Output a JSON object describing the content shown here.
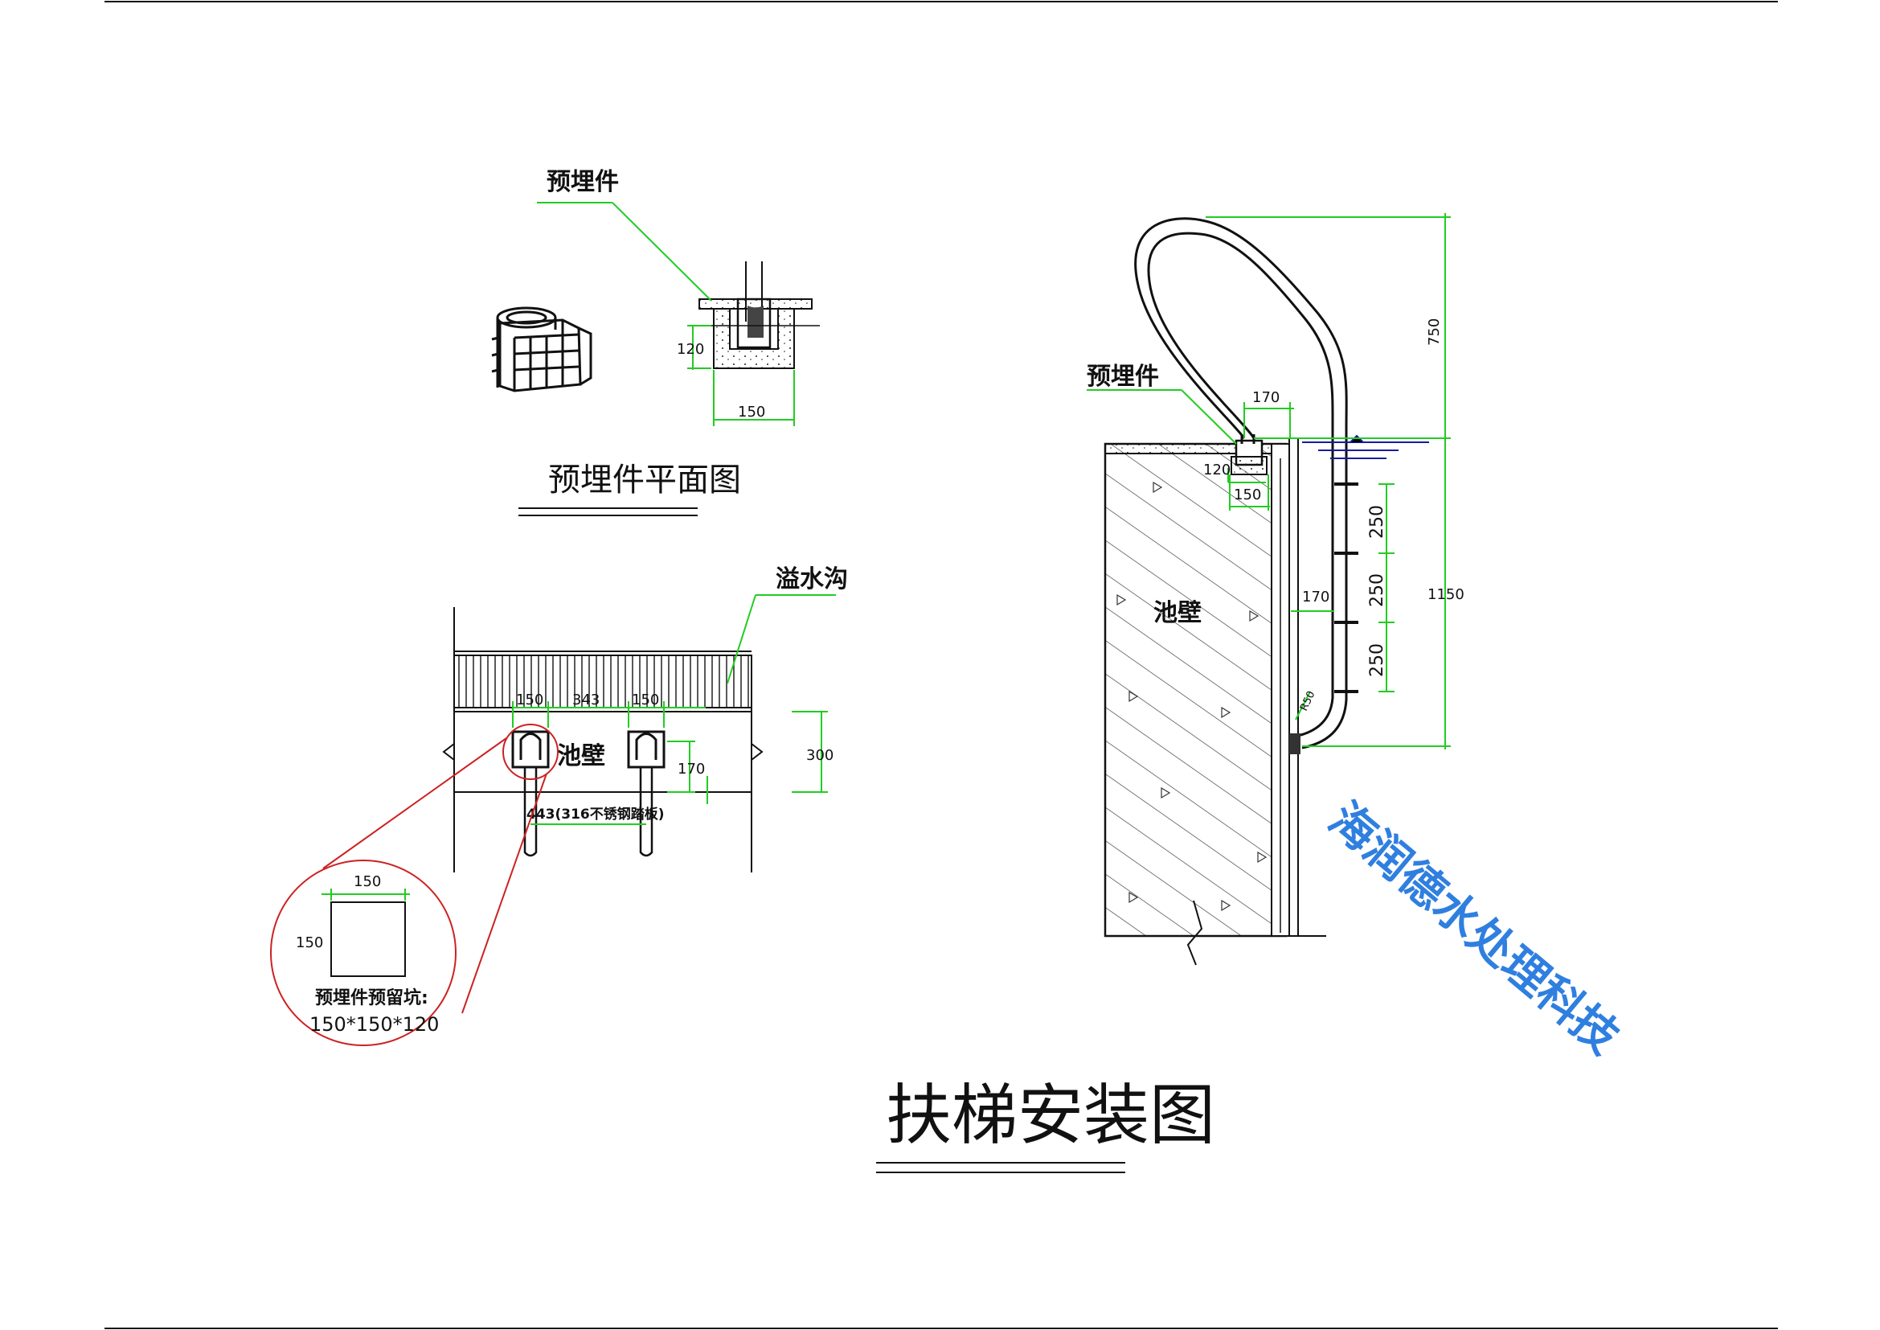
{
  "labels": {
    "embedded_part": "预埋件",
    "embedded_part_plan": "预埋件平面图",
    "overflow_gutter": "溢水沟",
    "pool_wall": "池壁",
    "tread_note": "443(316不锈钢踏板)",
    "pit_title": "预埋件预留坑:",
    "pit_size": "150*150*120",
    "main_title": "扶梯安装图",
    "watermark": "海润德水处理科技"
  },
  "dims": {
    "d120": "120",
    "d150": "150",
    "d170": "170",
    "d343": "343",
    "d300": "300",
    "d750": "750",
    "d1150": "1150",
    "d250": "250",
    "d_r": "R50"
  },
  "colors": {
    "line": "#111111",
    "dimension": "#22cc22",
    "callout": "#cc2222",
    "water": "#1a1aa0",
    "watermark": "#2f7fe0"
  }
}
